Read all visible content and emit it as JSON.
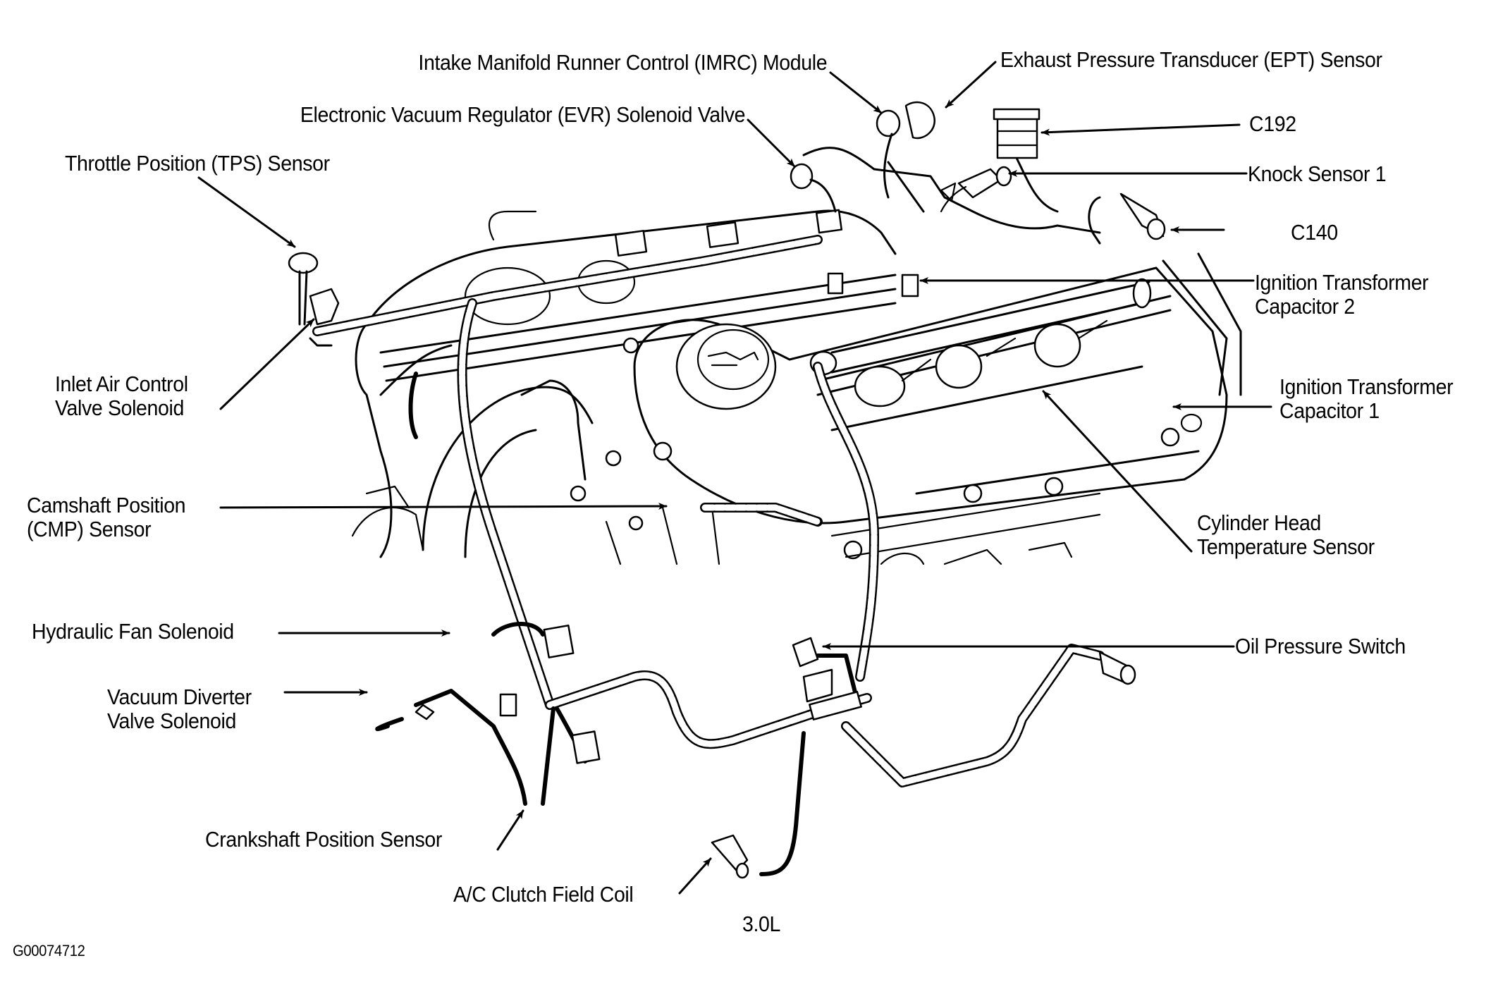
{
  "diagram": {
    "engine_label": "3.0L",
    "figure_id": "G00074712",
    "background_color": "#ffffff",
    "ink_color": "#000000",
    "callouts": [
      {
        "id": "imrc",
        "text": "Intake Manifold Runner Control (IMRC) Module"
      },
      {
        "id": "ept",
        "text": "Exhaust Pressure Transducer (EPT) Sensor"
      },
      {
        "id": "evr",
        "text": "Electronic Vacuum Regulator (EVR) Solenoid Valve"
      },
      {
        "id": "c192",
        "text": "C192"
      },
      {
        "id": "tps",
        "text": "Throttle Position (TPS) Sensor"
      },
      {
        "id": "knock1",
        "text": "Knock Sensor 1"
      },
      {
        "id": "c140",
        "text": "C140"
      },
      {
        "id": "itc2",
        "lines": [
          "Ignition Transformer",
          "Capacitor 2"
        ]
      },
      {
        "id": "inlet_air",
        "lines": [
          "Inlet Air Control",
          "Valve Solenoid"
        ]
      },
      {
        "id": "itc1",
        "lines": [
          "Ignition Transformer",
          "Capacitor 1"
        ]
      },
      {
        "id": "cmp",
        "lines": [
          "Camshaft Position",
          "(CMP) Sensor"
        ]
      },
      {
        "id": "cht",
        "lines": [
          "Cylinder Head",
          "Temperature Sensor"
        ]
      },
      {
        "id": "hyd_fan",
        "text": "Hydraulic Fan Solenoid"
      },
      {
        "id": "oil_press",
        "text": "Oil Pressure Switch"
      },
      {
        "id": "vac_div",
        "lines": [
          "Vacuum Diverter",
          "Valve Solenoid"
        ]
      },
      {
        "id": "ckp",
        "text": "Crankshaft Position Sensor"
      },
      {
        "id": "ac_clutch",
        "text": "A/C Clutch Field Coil"
      }
    ]
  }
}
